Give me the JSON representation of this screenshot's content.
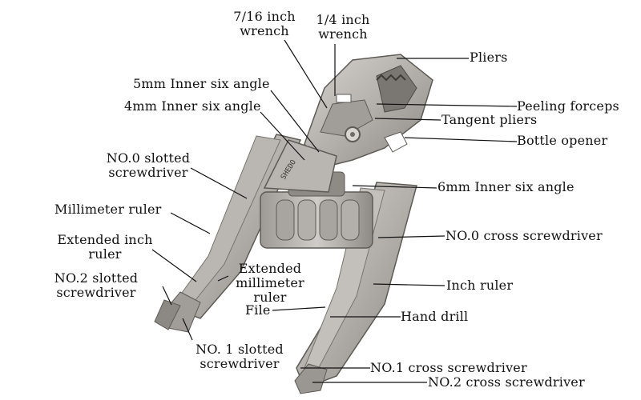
{
  "labels": {
    "wrench_7_16": "7/16 inch\nwrench",
    "wrench_1_4": "1/4 inch\nwrench",
    "pliers": "Pliers",
    "inner_5mm": "5mm Inner six angle",
    "inner_4mm": "4mm Inner six angle",
    "peeling_forceps": "Peeling forceps",
    "tangent_pliers": "Tangent pliers",
    "bottle_opener": "Bottle opener",
    "no0_slotted": "NO.0 slotted\nscrewdriver",
    "inner_6mm": "6mm Inner six angle",
    "millimeter_ruler": "Millimeter ruler",
    "no0_cross": "NO.0 cross screwdriver",
    "extended_inch": "Extended inch\nruler",
    "extended_mm": "Extended\nmillimeter ruler",
    "no2_slotted": "NO.2 slotted\nscrewdriver",
    "inch_ruler": "Inch ruler",
    "file": "File",
    "hand_drill": "Hand drill",
    "no1_slotted": "NO. 1 slotted\nscrewdriver",
    "no1_cross": "NO.1 cross screwdriver",
    "no2_cross": "NO.2 cross screwdriver"
  },
  "engraving": "SHEDO",
  "colors": {
    "background": "#ffffff",
    "steel_light": "#c9c6c2",
    "steel_mid": "#a7a39e",
    "steel_dark": "#6e6a66",
    "label_text": "#111111",
    "leader_line": "#111111"
  }
}
